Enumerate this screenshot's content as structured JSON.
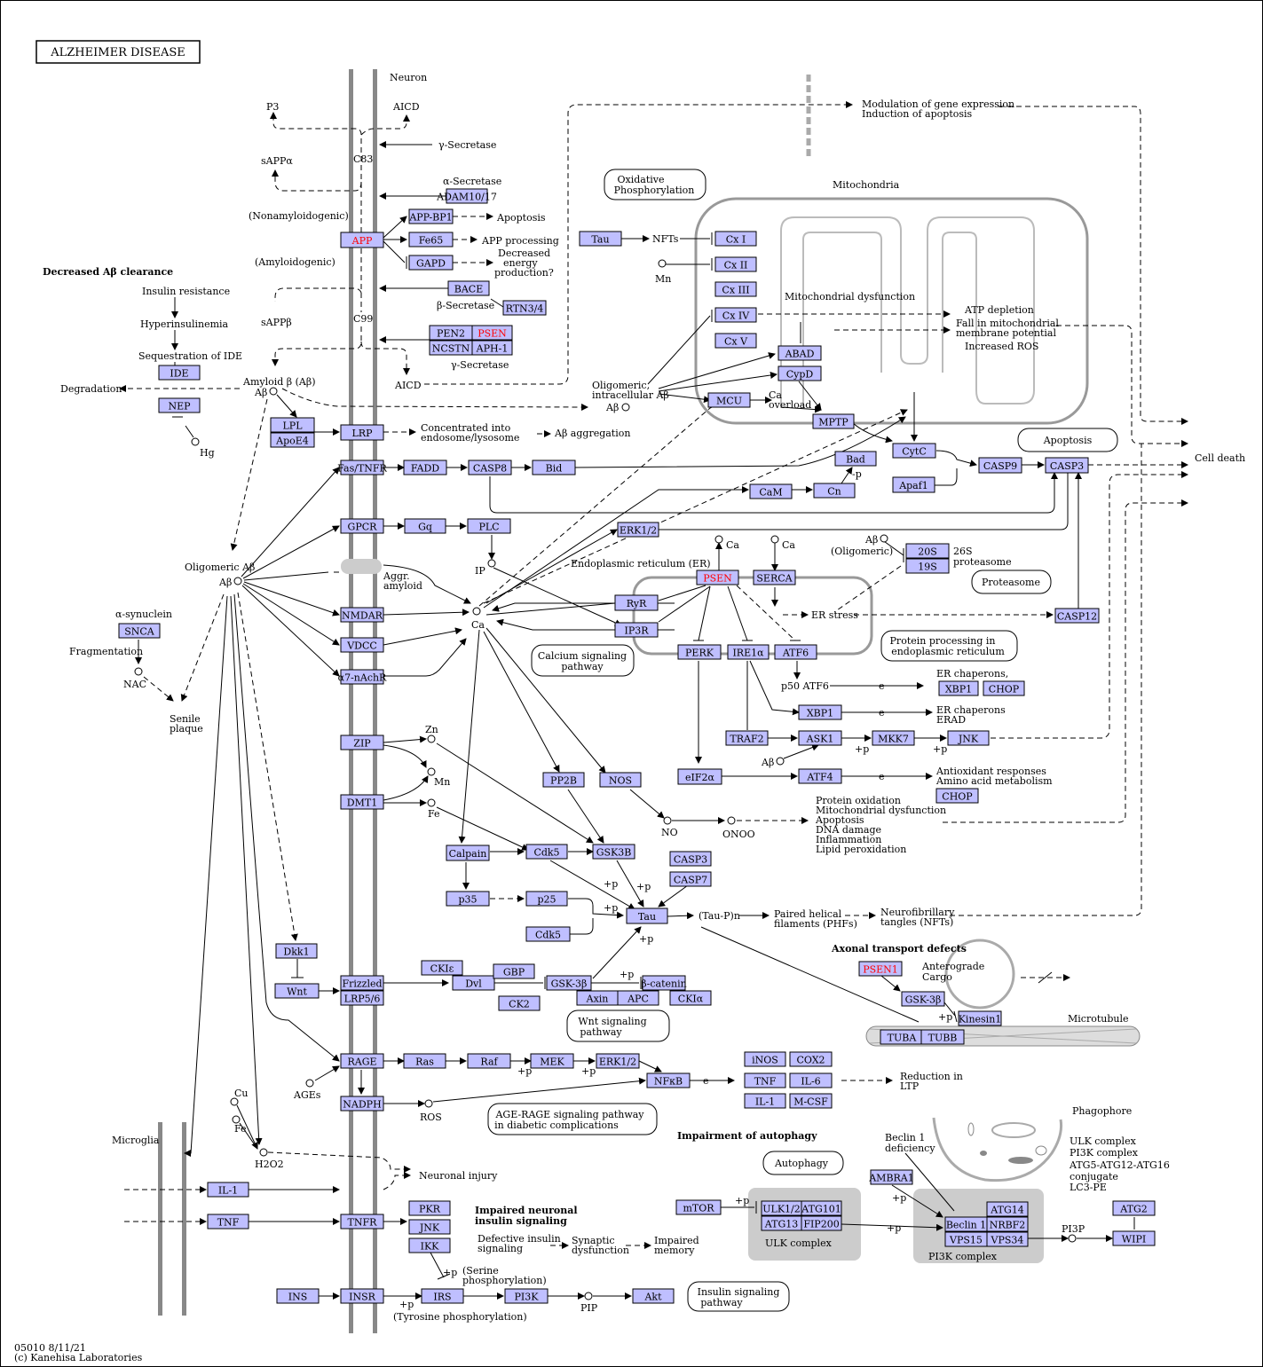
{
  "title": "ALZHEIMER DISEASE",
  "footer": {
    "map_id": "05010 8/11/21",
    "copyright": "(c) Kanehisa Laboratories"
  },
  "labels": {
    "neuron": "Neuron",
    "mitochondria": "Mitochondria",
    "microglia": "Microglia",
    "er": "Endoplasmic reticulum (ER)",
    "phagophore": "Phagophore",
    "microtubule": "Microtubule",
    "decreased_clearance": "Decreased Aβ clearance",
    "axonal_defects": "Axonal transport defects",
    "impairment_autophagy": "Impairment of autophagy",
    "impaired_insulin_1": "Impaired neuronal",
    "impaired_insulin_2": "insulin signaling",
    "cell_death": "Cell death",
    "p3": "P3",
    "aicd_top": "AICD",
    "aicd_mid": "AICD",
    "g_secretase_top": "γ-Secretase",
    "a_secretase": "α-Secretase",
    "b_secretase": "β-Secretase",
    "g_secretase_mid": "γ-Secretase",
    "sappa": "sAPPα",
    "sappb": "sAPPβ",
    "c83": "C83",
    "c99": "C99",
    "nonamyloidogenic": "(Nonamyloidogenic)",
    "amyloidogenic": "(Amyloidogenic)",
    "apoptosis": "Apoptosis",
    "app_processing": "APP processing",
    "decreased_energy_1": "Decreased",
    "decreased_energy_2": "energy",
    "decreased_energy_3": "production?",
    "insulin_res": "Insulin resistance",
    "hyperins": "Hyperinsulinemia",
    "seq_ide": "Sequestration of IDE",
    "degradation": "Degradation",
    "amyloid_b": "Amyloid β (Aβ)",
    "ab": "Aβ",
    "hg": "Hg",
    "conc_endo_1": "Concentrated into",
    "conc_endo_2": "endosome/lysosome",
    "ab_aggr": "Aβ aggregation",
    "modulation_1": "Modulation of gene expression",
    "modulation_2": "Induction of apoptosis",
    "nfts": "NFTs",
    "mn": "Mn",
    "mito_dys": "Mitochondrial dysfunction",
    "atp_depl": "ATP depletion",
    "fall_mito_1": "Fall in mitochondrial",
    "fall_mito_2": "membrane potential",
    "incr_ros": "Increased ROS",
    "olig_ab_1": "Oligomeric,",
    "olig_ab_2": "intracellular Aβ",
    "ca_overload_1": "Ca",
    "ca_overload_2": "overload",
    "oligomeric_ab": "Oligomeric Aβ",
    "aggr_amyloid_1": "Aggr.",
    "aggr_amyloid_2": "amyloid",
    "ip3": "IP",
    "ca": "Ca",
    "er_stress": "ER stress",
    "ab_olig_1": "(Oligomeric)",
    "s26": "26S",
    "proteasome_lbl": "proteasome",
    "p50atf6": "p50 ATF6",
    "er_chap1": "ER chaperons,",
    "er_chap2": "ER chaperons",
    "erad": "ERAD",
    "antiox_1": "Antioxidant responses",
    "antiox_2": "Amino acid metabolism",
    "a_syn": "α-synuclein",
    "fragmentation": "Fragmentation",
    "nac": "NAC",
    "senile_1": "Senile",
    "senile_2": "plaque",
    "zn": "Zn",
    "mn2": "Mn",
    "fe": "Fe",
    "no": "NO",
    "onoo": "ONOO",
    "prot_ox": [
      "Protein oxidation",
      "Mitochondrial dysfunction",
      "Apoptosis",
      "DNA damage",
      "Inflammation",
      "Lipid peroxidation"
    ],
    "taup": "(Tau-P)n",
    "phf_1": "Paired helical",
    "phf_2": "filaments (PHFs)",
    "nft_1": "Neurofibrillary",
    "nft_2": "tangles (NFTs)",
    "antero_1": "Anterograde",
    "antero_2": "Cargo",
    "ages": "AGEs",
    "ros": "ROS",
    "cu": "Cu",
    "fe2": "Fe",
    "h2o2": "H2O2",
    "neuronal_injury": "Neuronal injury",
    "reduction_ltp_1": "Reduction in",
    "reduction_ltp_2": "LTP",
    "beclin_def_1": "Beclin 1",
    "beclin_def_2": "deficiency",
    "autophagy_list": [
      "ULK complex",
      "PI3K complex",
      "ATG5-ATG12-ATG16",
      "conjugate",
      "LC3-PE"
    ],
    "ulk_complex": "ULK complex",
    "pi3k_complex": "PI3K complex",
    "pi3p": "PI3P",
    "pip3": "PIP",
    "defective_1": "Defective insulin",
    "defective_2": "signaling",
    "synaptic_1": "Synaptic",
    "synaptic_2": "dysfunction",
    "impaired_mem_1": "Impaired",
    "impaired_mem_2": "memory",
    "serine_1": "(Serine",
    "serine_2": "phosphorylation)",
    "tyrosine": "(Tyrosine phosphorylation)",
    "plus_p": "+p",
    "minus_p": "-p",
    "e": "e"
  },
  "bubbles": {
    "oxphos_1": "Oxidative",
    "oxphos_2": "Phosphorylation",
    "apoptosis": "Apoptosis",
    "proteasome": "Proteasome",
    "calcium_1": "Calcium signaling",
    "calcium_2": "pathway",
    "protein_proc_1": "Protein processing in",
    "protein_proc_2": "endoplasmic reticulum",
    "wnt_1": "Wnt signaling",
    "wnt_2": "pathway",
    "age_rage_1": "AGE-RAGE signaling pathway",
    "age_rage_2": "in diabetic complications",
    "autophagy": "Autophagy",
    "insulin_1": "Insulin signaling",
    "insulin_2": "pathway"
  },
  "genes": {
    "adam": "ADAM10/17",
    "appbp1": "APP-BP1",
    "app": "APP",
    "fe65": "Fe65",
    "gapd": "GAPD",
    "bace": "BACE",
    "rtn": "RTN3/4",
    "pen2": "PEN2",
    "psen_a": "PSEN",
    "ncstn": "NCSTN",
    "aph1": "APH-1",
    "ide": "IDE",
    "nep": "NEP",
    "lpl": "LPL",
    "apoe4": "ApoE4",
    "lrp": "LRP",
    "fastnfr": "Fas/TNFR",
    "fadd": "FADD",
    "casp8": "CASP8",
    "bid": "Bid",
    "gpcr": "GPCR",
    "gq": "Gq",
    "plc": "PLC",
    "nmdar": "NMDAR",
    "vdcc": "VDCC",
    "a7": "α7-nAchR",
    "tau_top": "Tau",
    "cx1": "Cx I",
    "cx2": "Cx II",
    "cx3": "Cx III",
    "cx4": "Cx IV",
    "cx5": "Cx V",
    "abad": "ABAD",
    "cypd": "CypD",
    "mcu": "MCU",
    "mptp": "MPTP",
    "cytc": "CytC",
    "bad": "Bad",
    "apaf1": "Apaf1",
    "casp9": "CASP9",
    "casp3": "CASP3",
    "cam": "CaM",
    "cn": "Cn",
    "erk12a": "ERK1/2",
    "s20": "20S",
    "s19": "19S",
    "psen_er": "PSEN",
    "serca": "SERCA",
    "ryr": "RyR",
    "ip3r": "IP3R",
    "casp12": "CASP12",
    "perk": "PERK",
    "ire1": "IRE1α",
    "atf6": "ATF6",
    "xbp1a": "XBP1",
    "chopa": "CHOP",
    "xbp1b": "XBP1",
    "traf2": "TRAF2",
    "ask1": "ASK1",
    "mkk7": "MKK7",
    "jnka": "JNK",
    "eif2a": "eIF2α",
    "atf4": "ATF4",
    "chopb": "CHOP",
    "snca": "SNCA",
    "zip": "ZIP",
    "dmt1": "DMT1",
    "pp2b": "PP2B",
    "nos": "NOS",
    "calpain": "Calpain",
    "cdk5a": "Cdk5",
    "gsk3b_a": "GSK3B",
    "casp3b": "CASP3",
    "casp7": "CASP7",
    "p35": "p35",
    "p25": "p25",
    "tau": "Tau",
    "cdk5b": "Cdk5",
    "dkk1": "Dkk1",
    "wnt": "Wnt",
    "frizzled": "Frizzled",
    "lrp56": "LRP5/6",
    "ckie": "CKIε",
    "dvl": "Dvl",
    "gbp": "GBP",
    "ck2": "CK2",
    "gsk3b_w": "GSK-3β",
    "bcat": "β-catenin",
    "axin": "Axin",
    "apc": "APC",
    "ckia": "CKIα",
    "psen1": "PSEN1",
    "gsk3b_ax": "GSK-3β",
    "kinesin": "Kinesin1",
    "tuba": "TUBA",
    "tubb": "TUBB",
    "rage": "RAGE",
    "ras": "Ras",
    "raf": "Raf",
    "mek": "MEK",
    "erk12b": "ERK1/2",
    "nfkb": "NFκB",
    "inos": "iNOS",
    "cox2": "COX2",
    "tnf_r": "TNF",
    "il6": "IL-6",
    "il1_r": "IL-1",
    "mcsf": "M-CSF",
    "nadph": "NADPH",
    "il1": "IL-1",
    "tnf": "TNF",
    "tnfr": "TNFR",
    "pkr": "PKR",
    "jnkb": "JNK",
    "ikk": "IKK",
    "ins": "INS",
    "insr": "INSR",
    "irs": "IRS",
    "pi3k": "PI3K",
    "akt": "Akt",
    "mtor": "mTOR",
    "ulk12": "ULK1/2",
    "atg101": "ATG101",
    "atg13": "ATG13",
    "fip200": "FIP200",
    "ambra1": "AMBRA1",
    "beclin1": "Beclin 1",
    "atg14": "ATG14",
    "nrbf2": "NRBF2",
    "vps15": "VPS15",
    "vps34": "VPS34",
    "atg2": "ATG2",
    "wipi": "WIPI"
  }
}
